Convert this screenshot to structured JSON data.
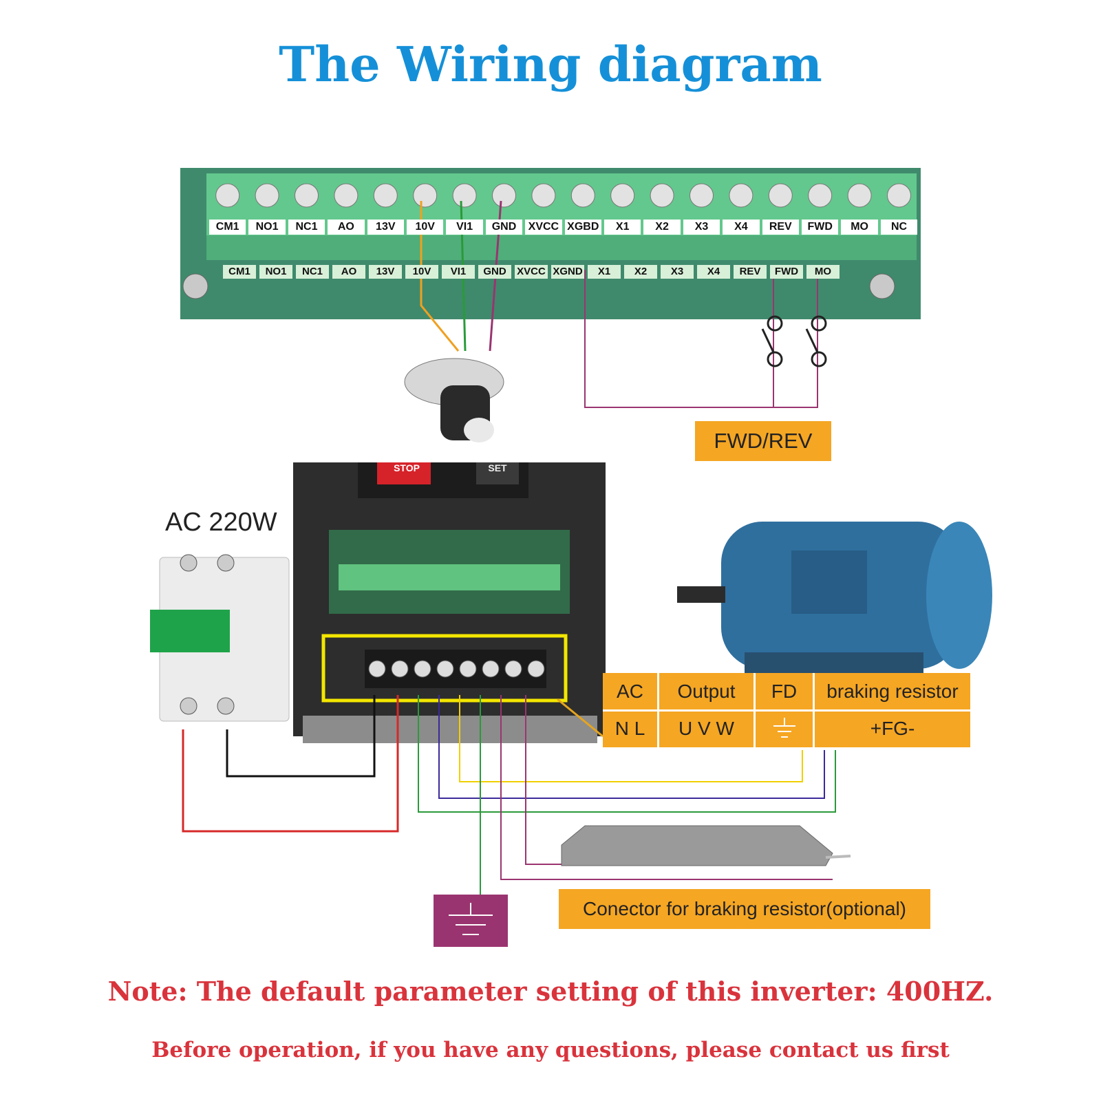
{
  "title": "The Wiring diagram",
  "power_label": "AC 220W",
  "terminal_row_top": [
    "CM1",
    "NO1",
    "NC1",
    "AO",
    "13V",
    "10V",
    "VI1",
    "GND",
    "XVCC",
    "XGBD",
    "X1",
    "X2",
    "X3",
    "X4",
    "REV",
    "FWD",
    "MO",
    "NC"
  ],
  "terminal_row_bottom": [
    "CM1",
    "NO1",
    "NC1",
    "AO",
    "13V",
    "10V",
    "VI1",
    "GND",
    "XVCC",
    "XGND",
    "X1",
    "X2",
    "X3",
    "X4",
    "REV",
    "FWD",
    "MO"
  ],
  "fwd_rev_label": "FWD/REV",
  "inverter_keys": [
    "STOP",
    "SET"
  ],
  "power_table": {
    "headers": [
      "AC",
      "Output",
      "FD",
      "braking resistor"
    ],
    "values": [
      "N  L",
      "U  V  W",
      "",
      "+FG-"
    ]
  },
  "braking_resistor_label": "Conector for braking resistor(optional)",
  "note": "Note: The default parameter setting of this inverter: 400HZ.",
  "subnote": "Before operation, if you have any questions, please contact us first",
  "colors": {
    "title": "#1590d8",
    "note": "#d9333c",
    "label_bg": "#f5a623",
    "ground_box": "#9a3470",
    "board": "#3a8a6a",
    "motor": "#2f6f9e"
  },
  "icons": [
    "ground-icon",
    "switch-icon",
    "potentiometer-icon",
    "motor-icon",
    "breaker-icon",
    "resistor-icon"
  ]
}
